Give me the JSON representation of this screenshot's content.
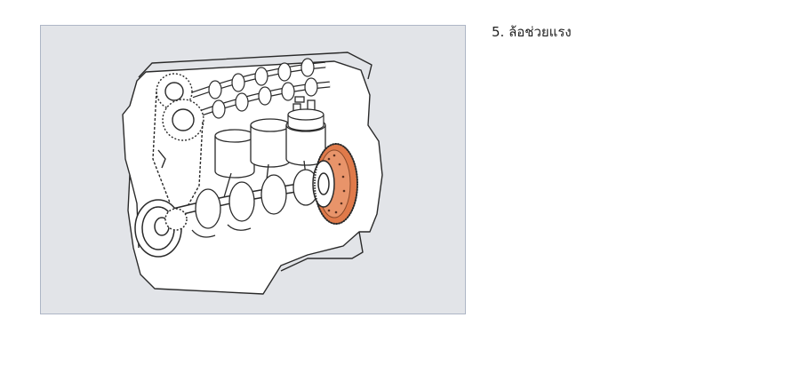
{
  "figure": {
    "subject": "engine-cutaway",
    "highlight_part": "flywheel",
    "highlight_color": "#e07a4a",
    "background_color": "#e2e4e8",
    "border_color": "#aeb6c6"
  },
  "caption": {
    "text": "5. ล้อช่วยแรง"
  }
}
